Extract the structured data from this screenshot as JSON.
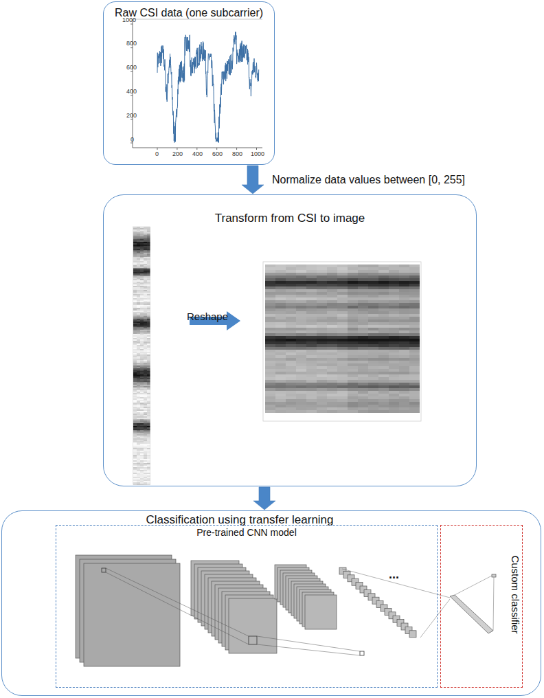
{
  "diagram": {
    "nodes": [
      {
        "text": [
          "Raw CSI data (one subcarrier)"
        ]
      },
      {
        "text": [
          "Transform from CSI to image"
        ]
      },
      {
        "text": [
          "Classification using transfer learning"
        ]
      },
      {
        "text": [
          "Pre-trained CNN model"
        ],
        "in": 2
      },
      {
        "text": [
          "Custom classifier"
        ],
        "in": 2
      }
    ],
    "edges": [
      {
        "from": 0,
        "to": 1,
        "arrow": "to",
        "label": "Normalize data values between [0, 255]"
      },
      {
        "from": 1,
        "to": 2,
        "arrow": "to"
      }
    ],
    "labels": [
      "Reshape",
      "...",
      "1000",
      "800",
      "600",
      "400",
      "200",
      "0",
      "0",
      "200",
      "400",
      "600",
      "800",
      "1000"
    ]
  }
}
